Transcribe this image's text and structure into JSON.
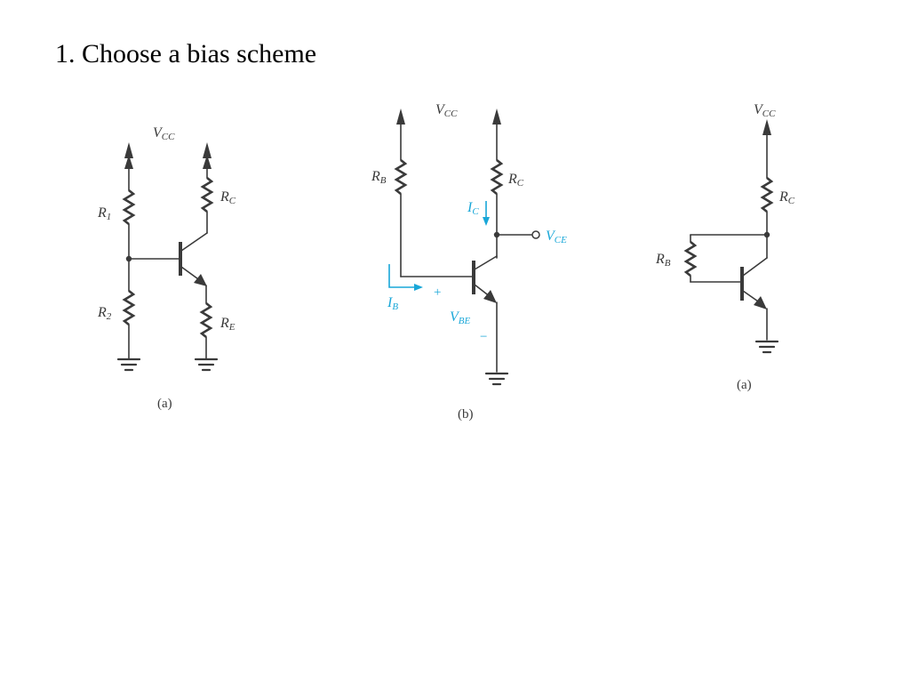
{
  "slide": {
    "title": "1. Choose a bias scheme"
  },
  "circuit_a": {
    "supply": {
      "main": "V",
      "sub": "CC"
    },
    "r1": {
      "main": "R",
      "sub": "1"
    },
    "r2": {
      "main": "R",
      "sub": "2"
    },
    "rc": {
      "main": "R",
      "sub": "C"
    },
    "re": {
      "main": "R",
      "sub": "E"
    },
    "caption": "(a)"
  },
  "circuit_b": {
    "supply": {
      "main": "V",
      "sub": "CC"
    },
    "rb": {
      "main": "R",
      "sub": "B"
    },
    "rc": {
      "main": "R",
      "sub": "C"
    },
    "ic": {
      "main": "I",
      "sub": "C"
    },
    "vce": {
      "main": "V",
      "sub": "CE"
    },
    "ib": {
      "main": "I",
      "sub": "B"
    },
    "vbe": {
      "main": "V",
      "sub": "BE"
    },
    "plus": "+",
    "minus": "−",
    "caption": "(b)"
  },
  "circuit_c": {
    "supply": {
      "main": "V",
      "sub": "CC"
    },
    "rc": {
      "main": "R",
      "sub": "C"
    },
    "rb": {
      "main": "R",
      "sub": "B"
    },
    "caption": "(a)"
  },
  "colors": {
    "ink": "#3a3a3a",
    "accent": "#19a7d8",
    "background": "#ffffff"
  }
}
